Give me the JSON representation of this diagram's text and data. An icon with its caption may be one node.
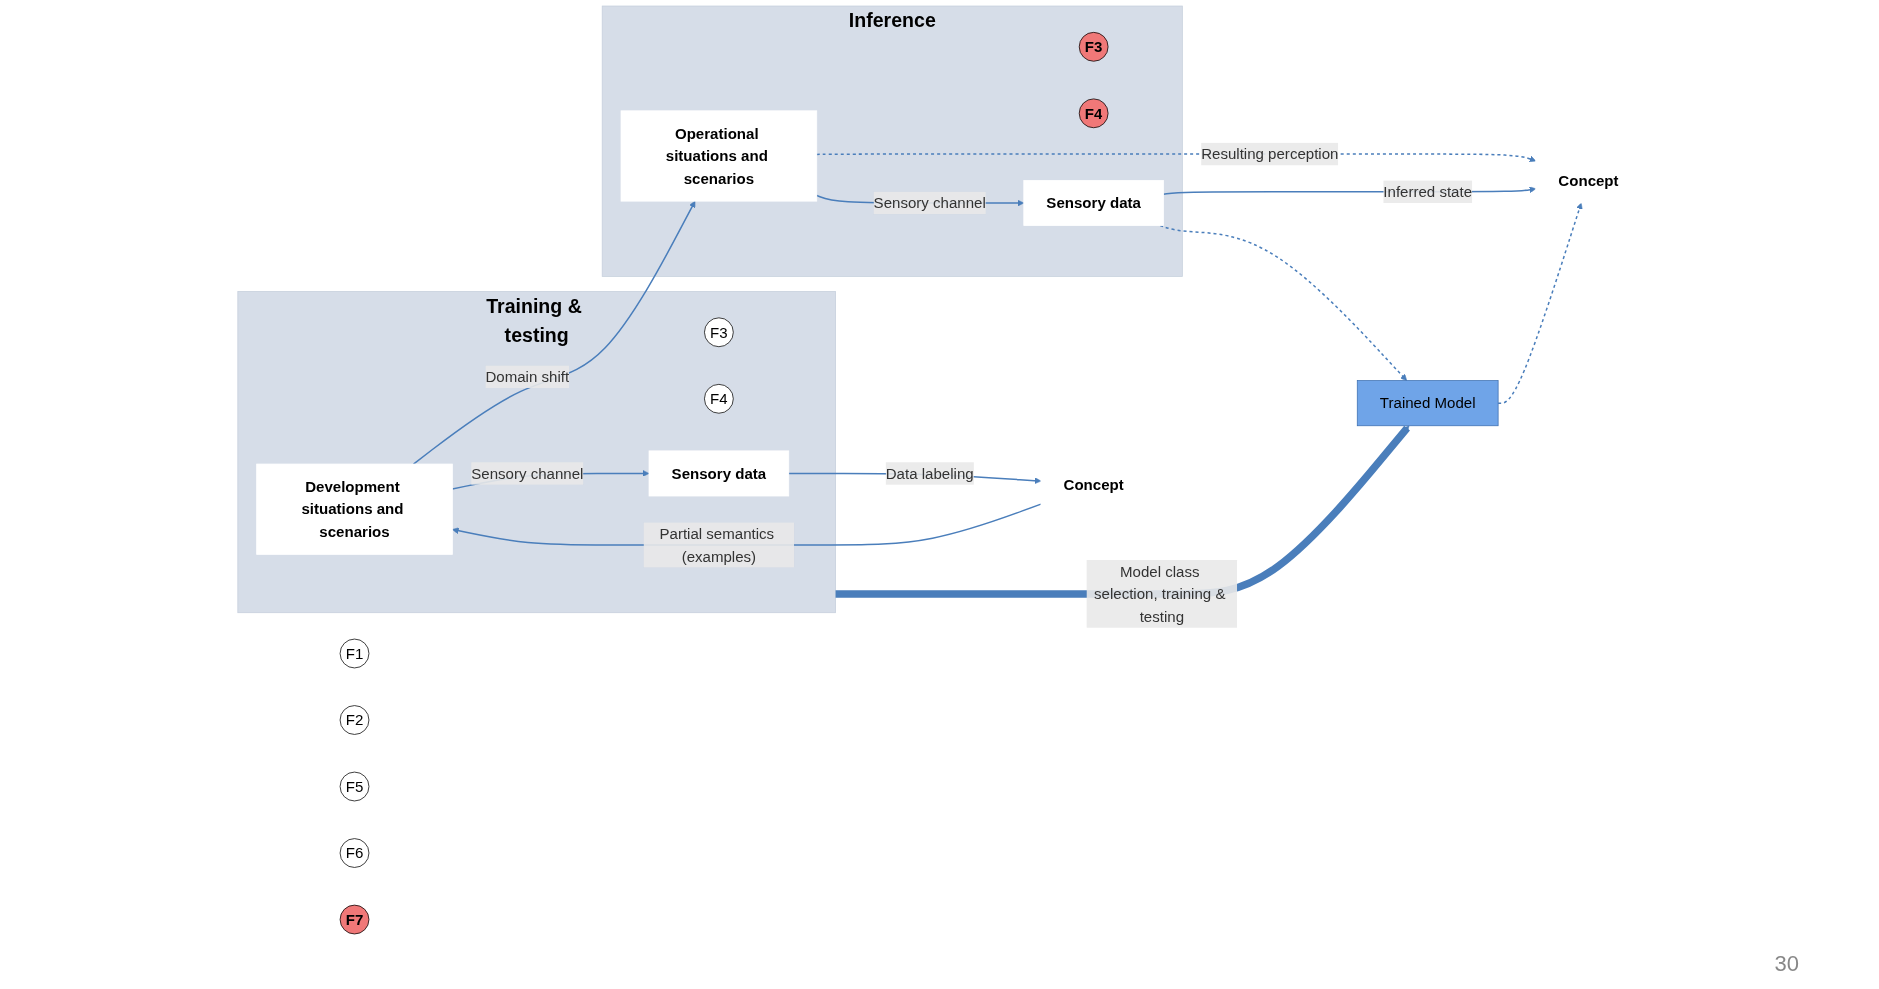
{
  "diagram": {
    "nodes": [
      {
        "text": [
          "Training & testing"
        ]
      },
      {
        "text": [
          "Development situations and scenarios"
        ],
        "in": 0
      },
      {
        "text": [
          "F3"
        ],
        "in": 0
      },
      {
        "text": [
          "F4"
        ],
        "in": 0
      },
      {
        "text": [
          "Sensory data"
        ],
        "in": 0
      },
      {
        "text": [
          "Concept"
        ]
      },
      {
        "text": [
          "F1"
        ]
      },
      {
        "text": [
          "F2"
        ]
      },
      {
        "text": [
          "F5"
        ]
      },
      {
        "text": [
          "F6"
        ]
      },
      {
        "text": [
          "Inference"
        ]
      },
      {
        "text": [
          "Operational situations and scenarios"
        ],
        "in": 10
      },
      {
        "text": [
          "F3"
        ],
        "in": 10
      },
      {
        "text": [
          "F4"
        ],
        "in": 10
      },
      {
        "text": [
          "Sensory data"
        ],
        "in": 10
      },
      {
        "text": [
          "Concept"
        ]
      },
      {
        "text": [
          "F7"
        ]
      },
      {
        "text": [
          "Trained Model"
        ]
      }
    ],
    "edges": [
      {
        "from": 5,
        "to": 1,
        "arrow": "to",
        "label": "Partial semantics (examples)"
      },
      {
        "from": 1,
        "to": 4,
        "arrow": "to",
        "label": "Sensory channel"
      },
      {
        "from": 4,
        "to": 5,
        "arrow": "to",
        "label": "Data labeling"
      },
      {
        "from": 1,
        "to": 11,
        "arrow": "to",
        "label": "Domain shift"
      },
      {
        "from": 11,
        "to": 15,
        "arrow": "to",
        "label": "Resulting perception",
        "style": "dashed"
      },
      {
        "from": 11,
        "to": 14,
        "arrow": "to",
        "label": "Sensory channel"
      },
      {
        "from": 14,
        "to": 15,
        "arrow": "to",
        "label": "Inferred state"
      },
      {
        "from": 0,
        "to": 17,
        "arrow": "to",
        "label": "Model class selection, training & testing",
        "style": "thick"
      },
      {
        "from": 17,
        "to": 15,
        "arrow": "to",
        "style": "dashed"
      },
      {
        "from": 14,
        "to": 17,
        "arrow": "to",
        "style": "dashed"
      }
    ],
    "labels": [
      "30"
    ]
  }
}
